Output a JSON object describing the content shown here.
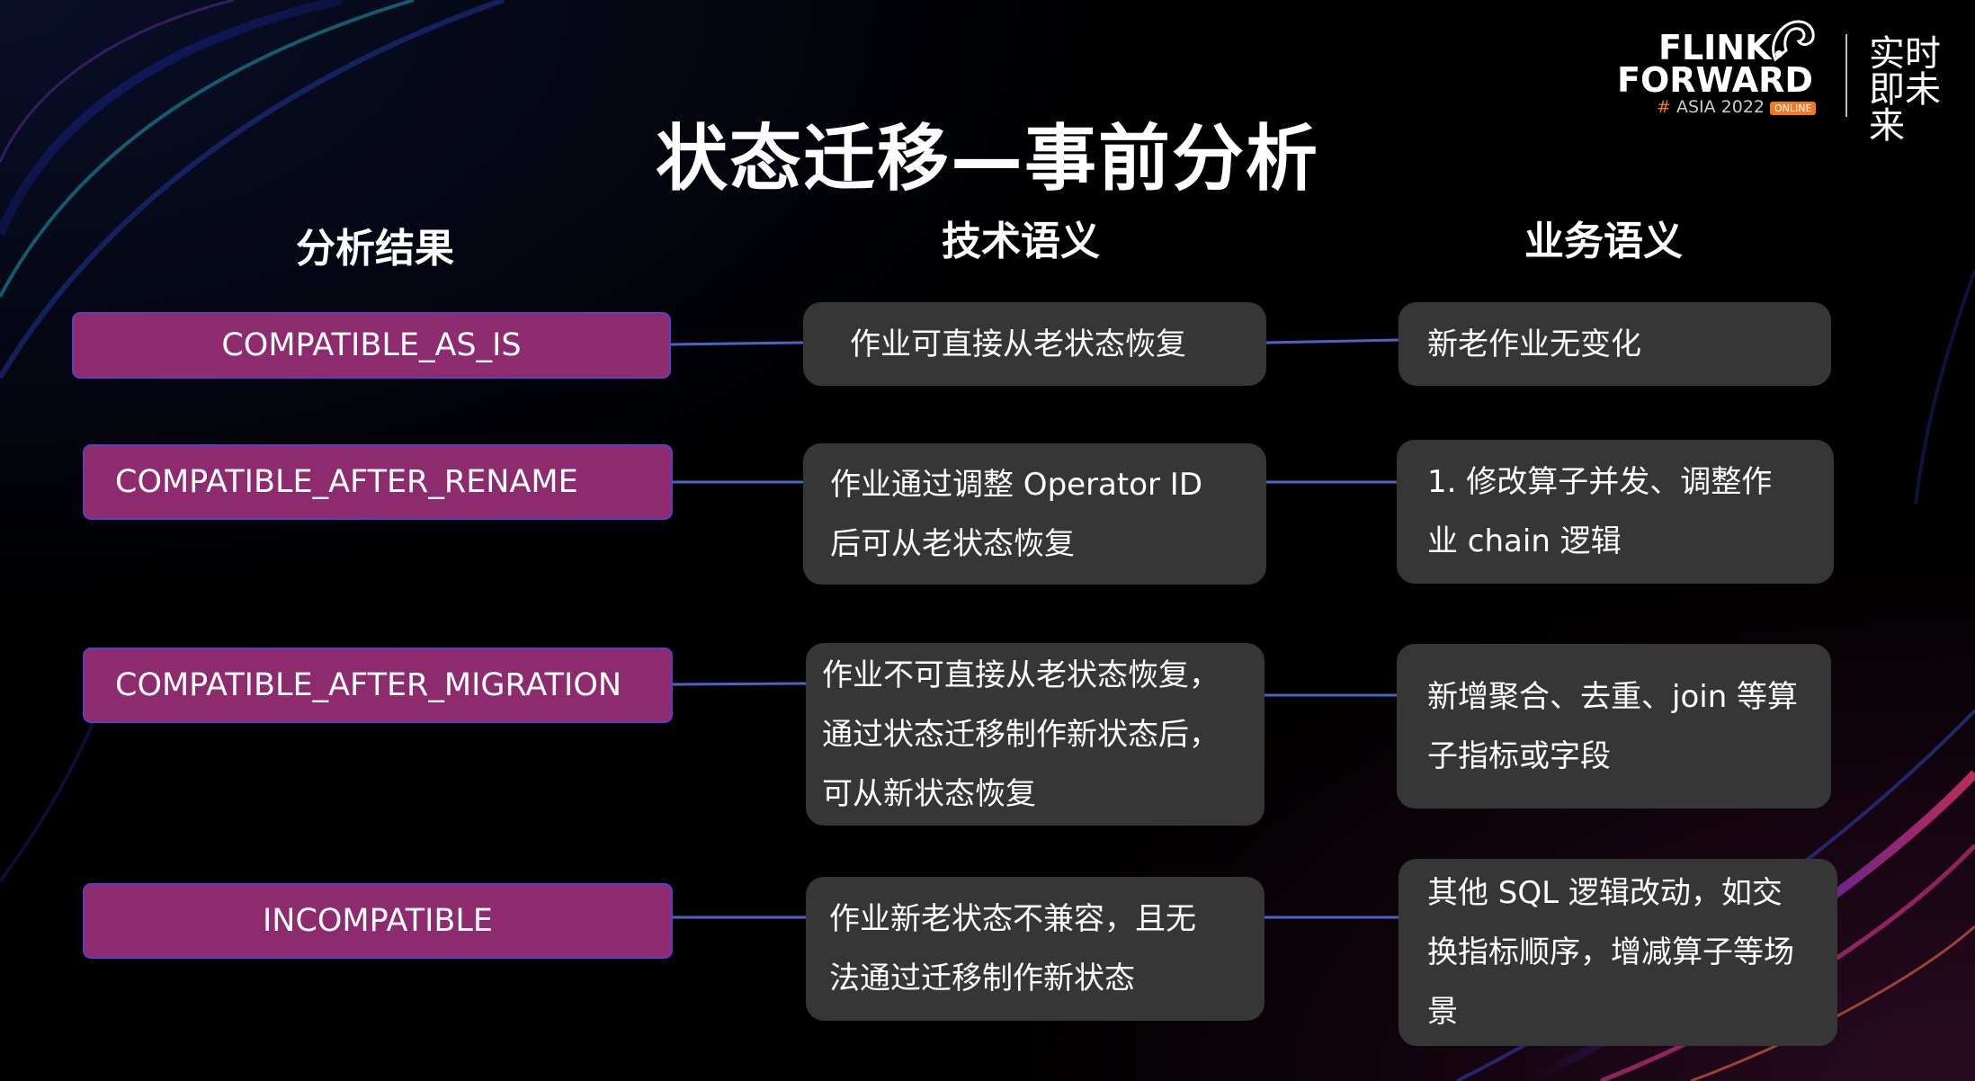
{
  "title": "状态迁移—事前分析",
  "logo": {
    "line1": "FLINK",
    "line2": "FORWARD",
    "hash": "#",
    "event": "ASIA 2022",
    "badge": "ONLINE",
    "slogan": "实时即未来"
  },
  "headers": {
    "col1": "分析结果",
    "col2": "技术语义",
    "col3": "业务语义"
  },
  "rows": [
    {
      "result": "COMPATIBLE_AS_IS",
      "tech": [
        "作业可直接从老状态恢复"
      ],
      "business": [
        "新老作业无变化"
      ]
    },
    {
      "result": "COMPATIBLE_AFTER_RENAME",
      "tech": [
        "作业通过调整 Operator ID",
        "后可从老状态恢复"
      ],
      "business": [
        "1. 修改算子并发、调整作",
        "业 chain 逻辑"
      ]
    },
    {
      "result": "COMPATIBLE_AFTER_MIGRATION",
      "tech": [
        "作业不可直接从老状态恢复，",
        "通过状态迁移制作新状态后，",
        "可从新状态恢复"
      ],
      "business": [
        "新增聚合、去重、join 等算",
        "子指标或字段"
      ]
    },
    {
      "result": "INCOMPATIBLE",
      "tech": [
        "作业新老状态不兼容，且无",
        "法通过迁移制作新状态"
      ],
      "business": [
        "其他 SQL 逻辑改动，如交",
        "换指标顺序，增减算子等场",
        "景"
      ]
    }
  ],
  "colors": {
    "pill": "#8e2a6e",
    "pill_border": "#5a3fc0",
    "box": "#363636",
    "connector": "#4a63c8",
    "accent": "#f07a20"
  }
}
